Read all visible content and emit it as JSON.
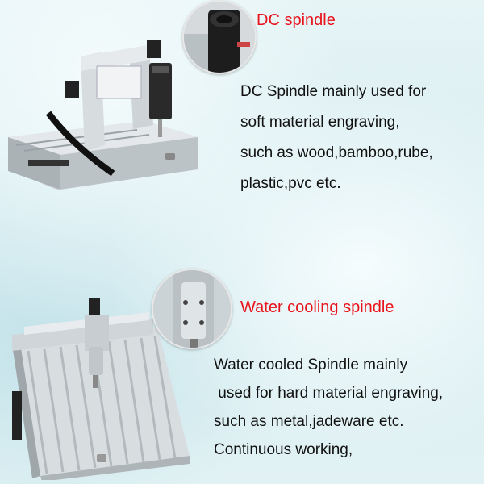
{
  "sections": [
    {
      "title": "DC spindle",
      "lines": [
        "DC Spindle mainly used for",
        "soft material engraving,",
        "such as wood,bamboo,rube,",
        "plastic,pvc etc."
      ]
    },
    {
      "title": "Water cooling spindle",
      "lines": [
        "Water cooled Spindle mainly",
        " used for hard material engraving,",
        "such as metal,jadeware etc.",
        "Continuous working,"
      ]
    }
  ],
  "colors": {
    "title": "#e8131b",
    "body_text": "#111111",
    "background": "#d9eef2"
  },
  "images": {
    "machine_small": "cnc-router-3040-dc-spindle-photo",
    "spindle_dc_closeup": "dc-spindle-closeup-photo",
    "machine_large": "cnc-router-6040-water-cooled-photo",
    "spindle_water_closeup": "water-cooled-spindle-closeup-photo"
  }
}
